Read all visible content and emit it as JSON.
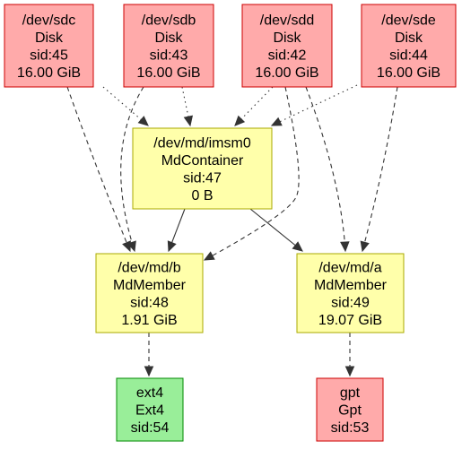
{
  "colors": {
    "disk_fill": "#ffaaaa",
    "disk_border": "#cc0000",
    "md_fill": "#ffffaa",
    "md_border": "#aaaa00",
    "fs_fill": "#99ee99",
    "fs_border": "#008800",
    "edge": "#333333"
  },
  "nodes": {
    "sdc": {
      "lines": [
        "/dev/sdc",
        "Disk",
        "sid:45",
        "16.00 GiB"
      ],
      "kind": "disk"
    },
    "sdb": {
      "lines": [
        "/dev/sdb",
        "Disk",
        "sid:43",
        "16.00 GiB"
      ],
      "kind": "disk"
    },
    "sdd": {
      "lines": [
        "/dev/sdd",
        "Disk",
        "sid:42",
        "16.00 GiB"
      ],
      "kind": "disk"
    },
    "sde": {
      "lines": [
        "/dev/sde",
        "Disk",
        "sid:44",
        "16.00 GiB"
      ],
      "kind": "disk"
    },
    "imsm0": {
      "lines": [
        "/dev/md/imsm0",
        "MdContainer",
        "sid:47",
        "0 B"
      ],
      "kind": "md"
    },
    "mdb": {
      "lines": [
        "/dev/md/b",
        "MdMember",
        "sid:48",
        "1.91 GiB"
      ],
      "kind": "md"
    },
    "mda": {
      "lines": [
        "/dev/md/a",
        "MdMember",
        "sid:49",
        "19.07 GiB"
      ],
      "kind": "md"
    },
    "ext4": {
      "lines": [
        "ext4",
        "Ext4",
        "sid:54"
      ],
      "kind": "fs"
    },
    "gpt": {
      "lines": [
        "gpt",
        "Gpt",
        "sid:53"
      ],
      "kind": "part"
    }
  },
  "edges": [
    {
      "from": "sdc",
      "to": "imsm0",
      "style": "dotted"
    },
    {
      "from": "sdb",
      "to": "imsm0",
      "style": "dotted"
    },
    {
      "from": "sdd",
      "to": "imsm0",
      "style": "dotted"
    },
    {
      "from": "sde",
      "to": "imsm0",
      "style": "dotted"
    },
    {
      "from": "sdc",
      "to": "mdb",
      "style": "dashed"
    },
    {
      "from": "sdb",
      "to": "mdb",
      "style": "dashed"
    },
    {
      "from": "sdd",
      "to": "mdb",
      "style": "dashed"
    },
    {
      "from": "sdd",
      "to": "mda",
      "style": "dashed"
    },
    {
      "from": "sde",
      "to": "mda",
      "style": "dashed"
    },
    {
      "from": "imsm0",
      "to": "mdb",
      "style": "solid"
    },
    {
      "from": "imsm0",
      "to": "mda",
      "style": "solid"
    },
    {
      "from": "mdb",
      "to": "ext4",
      "style": "dashed"
    },
    {
      "from": "mda",
      "to": "gpt",
      "style": "dashed"
    }
  ]
}
